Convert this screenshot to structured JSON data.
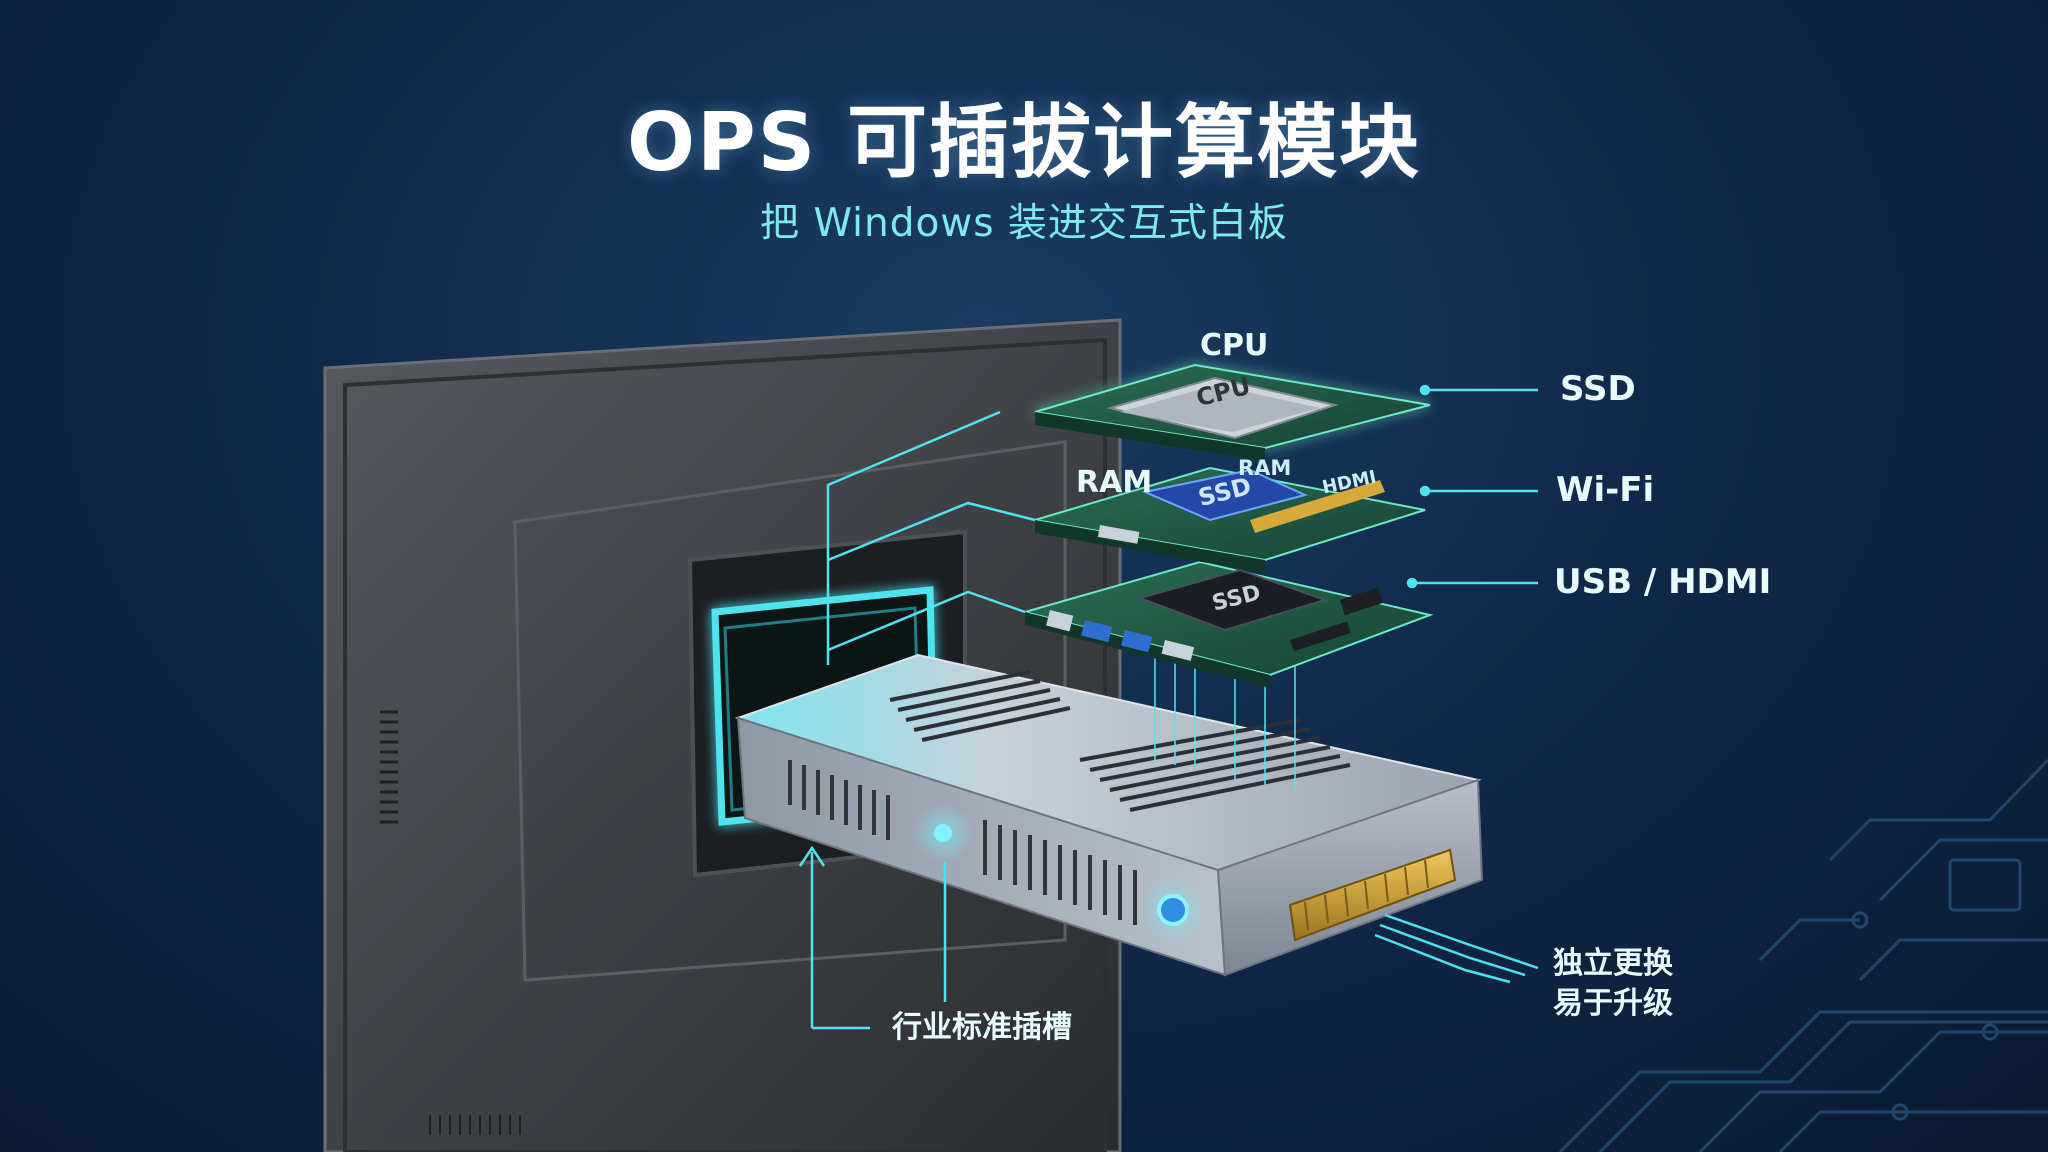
{
  "header": {
    "title": "OPS 可插拔计算模块",
    "subtitle": "把 Windows 装进交互式白板"
  },
  "callouts": {
    "cpu": "CPU",
    "ssd": "SSD",
    "wifi": "Wi-Fi",
    "usb_hdmi": "USB / HDMI",
    "ram_left": "RAM",
    "ram_small": "RAM",
    "hdmi_small": "HDMI",
    "slot": "行业标准插槽",
    "replace_line1": "独立更换",
    "replace_line2": "易于升级"
  },
  "chips": {
    "cpu_chip": "CPU",
    "ssd_chip": "SSD",
    "board3_chip": "SSD"
  },
  "colors": {
    "accent_cyan": "#4fe3ee",
    "title_white": "#ffffff",
    "subtitle_cyan": "#7fe9f2",
    "pcb_green": "#1f5a45",
    "chassis_silver": "#b9c1cb",
    "gold_pins": "#d6a93a",
    "bg_navy": "#10294a"
  }
}
